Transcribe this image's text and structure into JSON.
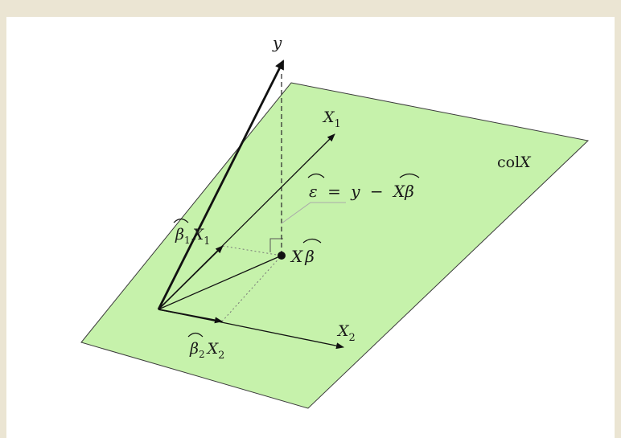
{
  "diagram": {
    "plane_label_prefix": "col",
    "plane_label_var": "X",
    "y_label": "y",
    "x1_label_var": "X",
    "x1_label_sub": "1",
    "x2_label_var": "X",
    "x2_label_sub": "2",
    "beta1_label_greek": "β",
    "beta1_label_sub": "1",
    "beta1_label_var": "X",
    "beta1_label_var_sub": "1",
    "beta2_label_greek": "β",
    "beta2_label_sub": "2",
    "beta2_label_var": "X",
    "beta2_label_var_sub": "2",
    "xbeta_label_var": "X",
    "xbeta_label_greek": "β",
    "residual_label_lhs": "ε",
    "residual_label_eq": "=",
    "residual_label_y": "y",
    "residual_label_minus": "−",
    "residual_label_x": "X",
    "residual_label_beta": "β",
    "colors": {
      "background_frame": "#ebe5d3",
      "plane_fill": "#c6f2ab",
      "plane_stroke": "#3a3a3a",
      "ink": "#111111",
      "guide_line": "#999999"
    }
  }
}
